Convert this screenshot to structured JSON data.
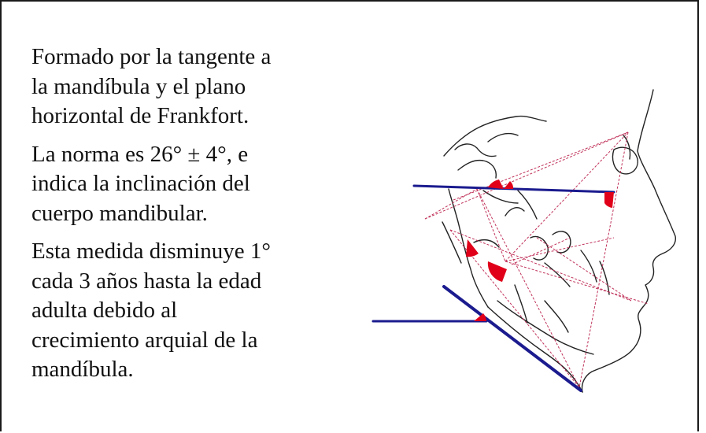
{
  "text": {
    "para1": "Formado por la tangente a\nla mandíbula y el plano\nhorizontal de Frankfort.",
    "para2": "La norma es 26° ± 4°, e\nindica la inclinación del\ncuerpo mandibular.",
    "para3": "Esta medida disminuye 1°\ncada 3 años hasta la edad\nadulta  debido al\ncrecimiento arquial de la\nmandíbula."
  },
  "colors": {
    "border": "#1a1a1a",
    "reference_lines": "#1b1b8f",
    "construction_lines": "#c0325a",
    "angle_markers": "#e0001a",
    "profile_outline": "#222222"
  },
  "icons": {
    "diagram": "cephalometric-profile-tracing"
  }
}
